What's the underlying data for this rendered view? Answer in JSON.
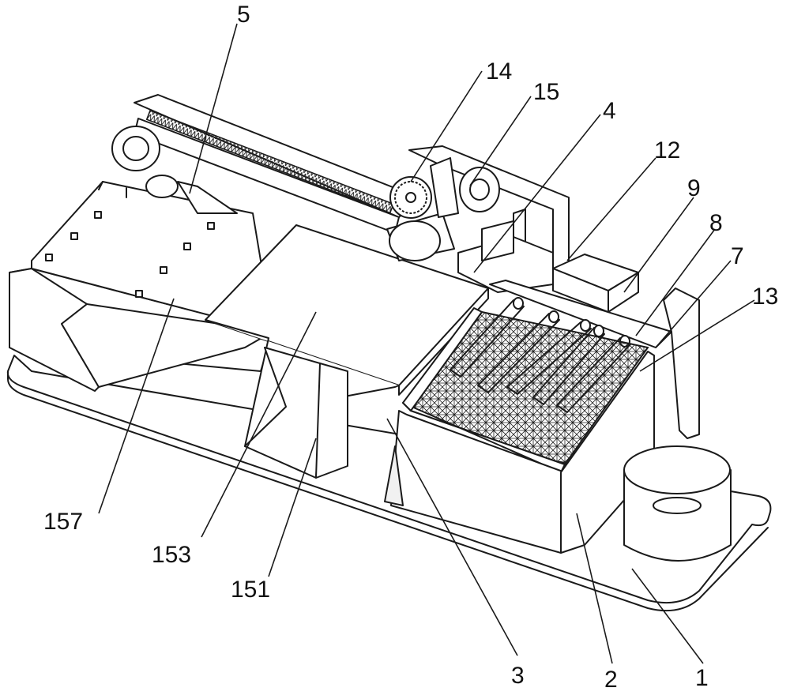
{
  "labels": {
    "l1": "1",
    "l2": "2",
    "l3": "3",
    "l4": "4",
    "l5": "5",
    "l7": "7",
    "l8": "8",
    "l9": "9",
    "l12": "12",
    "l13": "13",
    "l14": "14",
    "l15": "15",
    "l151": "151",
    "l153": "153",
    "l157": "157"
  }
}
